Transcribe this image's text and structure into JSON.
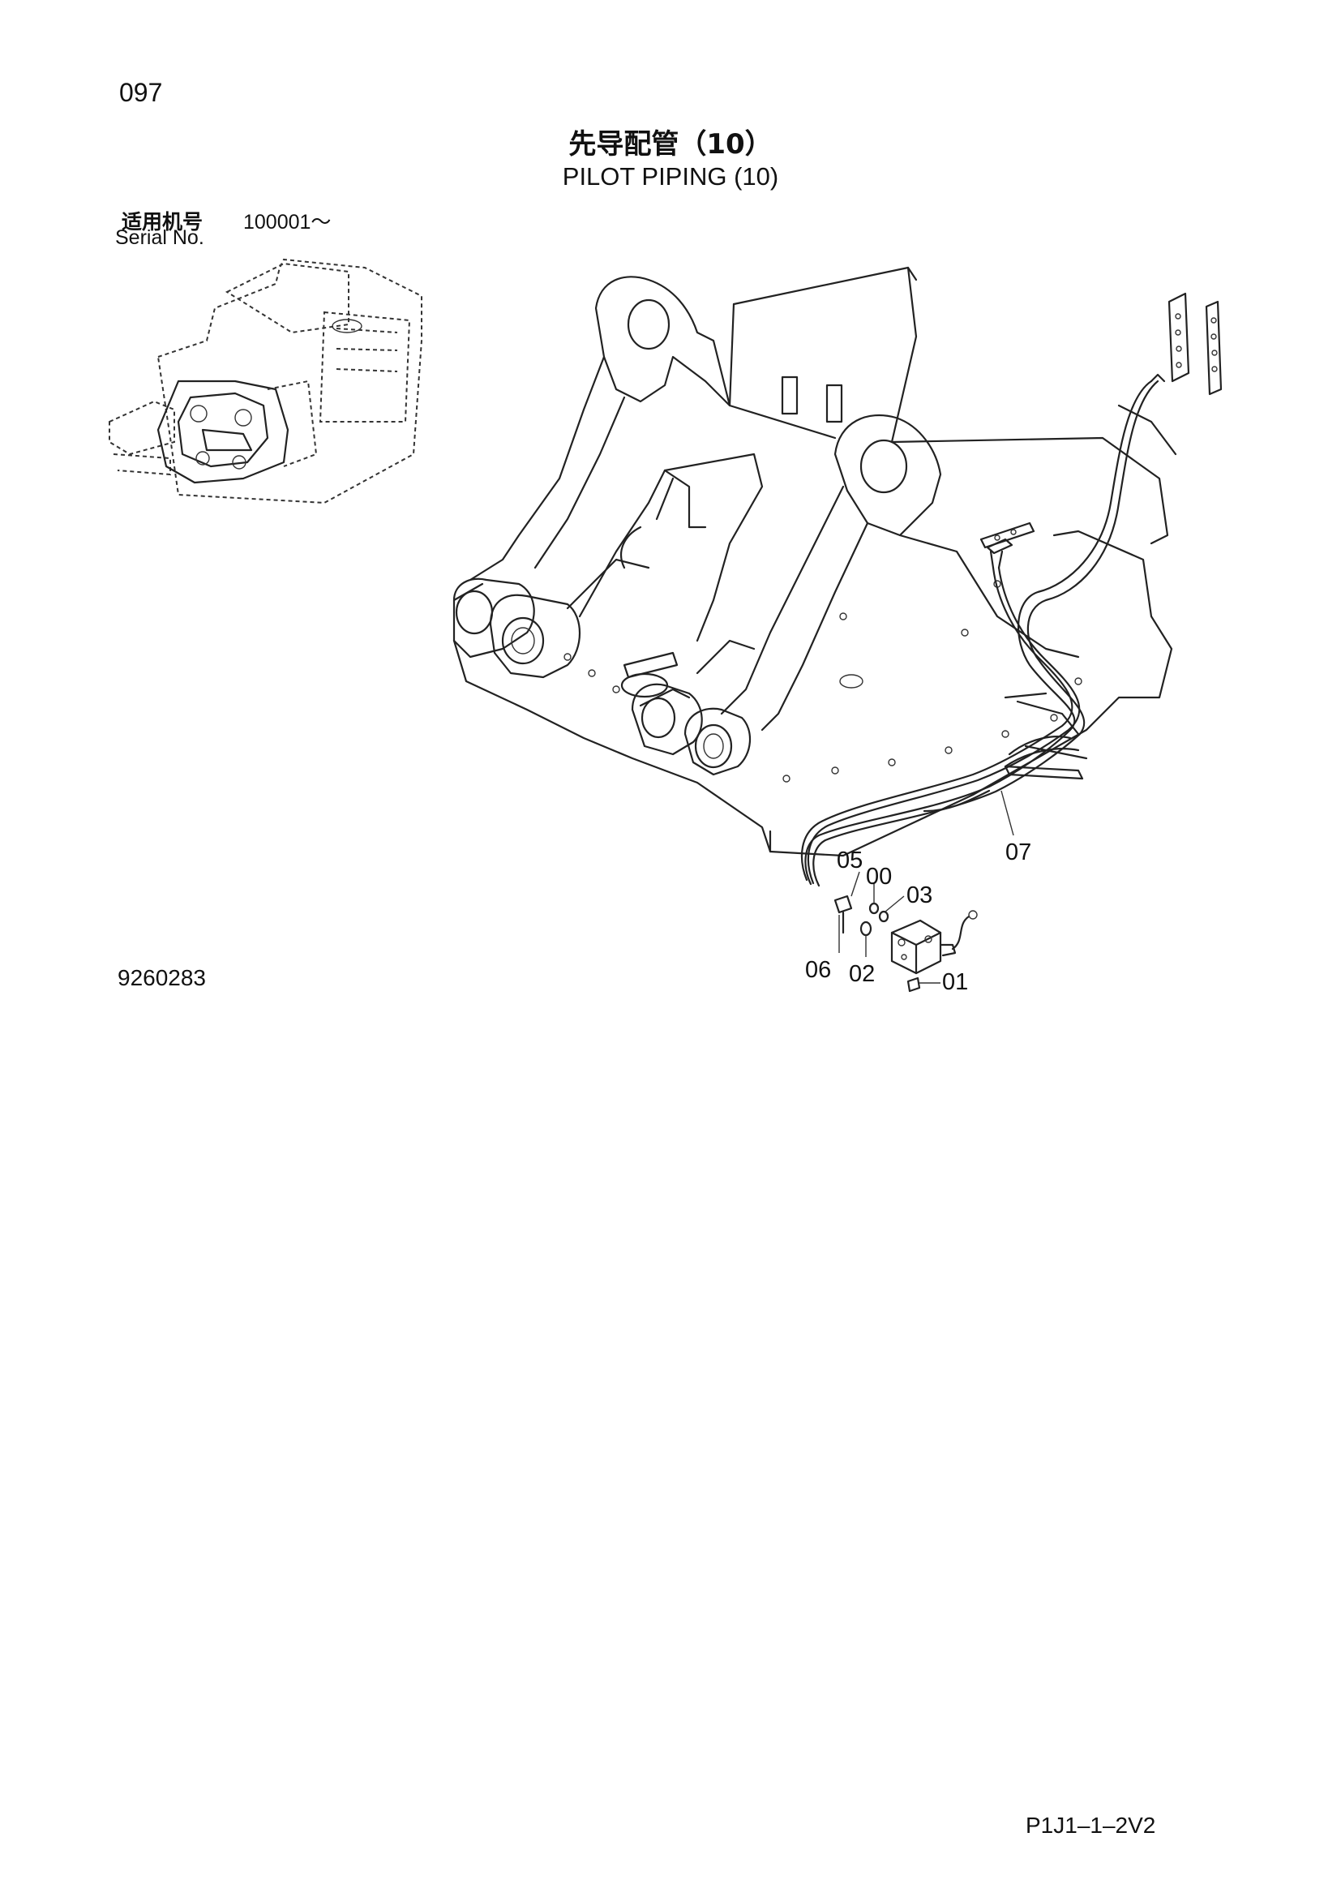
{
  "header": {
    "page_number": "097",
    "title_cn": "先导配管（10）",
    "title_en": "PILOT PIPING (10)"
  },
  "serial": {
    "label_cn": "适用机号",
    "range": "100001～",
    "label_en": "Serial No."
  },
  "drawing_number": "9260283",
  "document_code": "P1J1–1–2V2",
  "part_labels": [
    "07",
    "05",
    "00",
    "03",
    "06",
    "02",
    "01"
  ]
}
